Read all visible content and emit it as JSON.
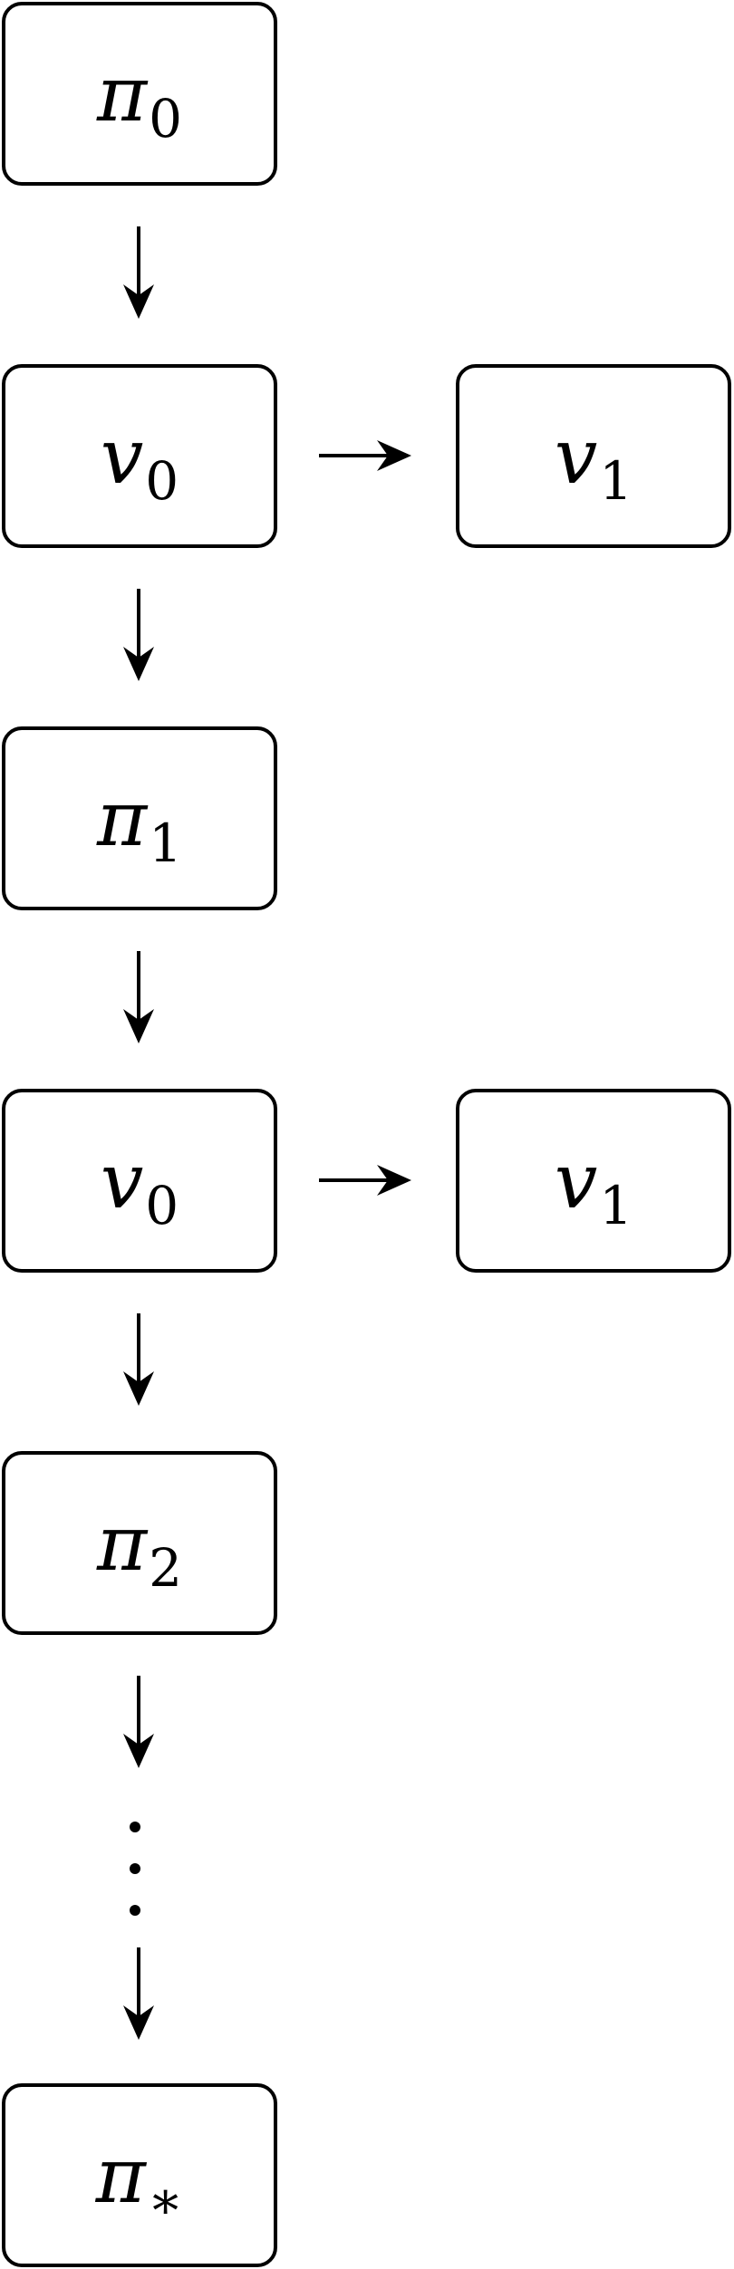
{
  "diagram": {
    "nodes": [
      {
        "symbol": "π",
        "subscript": "0"
      },
      {
        "symbol": "v",
        "subscript": "0"
      },
      {
        "symbol": "v",
        "subscript": "1"
      },
      {
        "symbol": "π",
        "subscript": "1"
      },
      {
        "symbol": "v",
        "subscript": "0"
      },
      {
        "symbol": "v",
        "subscript": "1"
      },
      {
        "symbol": "π",
        "subscript": "2"
      },
      {
        "symbol": "π",
        "subscript": "∗"
      }
    ],
    "edges": [
      {
        "from": 0,
        "to": 1,
        "direction": "down"
      },
      {
        "from": 1,
        "to": 2,
        "direction": "right"
      },
      {
        "from": 1,
        "to": 3,
        "direction": "down"
      },
      {
        "from": 3,
        "to": 4,
        "direction": "down"
      },
      {
        "from": 4,
        "to": 5,
        "direction": "right"
      },
      {
        "from": 4,
        "to": 6,
        "direction": "down"
      },
      {
        "from": 6,
        "to": "ellipsis",
        "direction": "down"
      },
      {
        "from": "ellipsis",
        "to": 7,
        "direction": "down"
      }
    ],
    "ellipsis": "vertical-dots"
  }
}
